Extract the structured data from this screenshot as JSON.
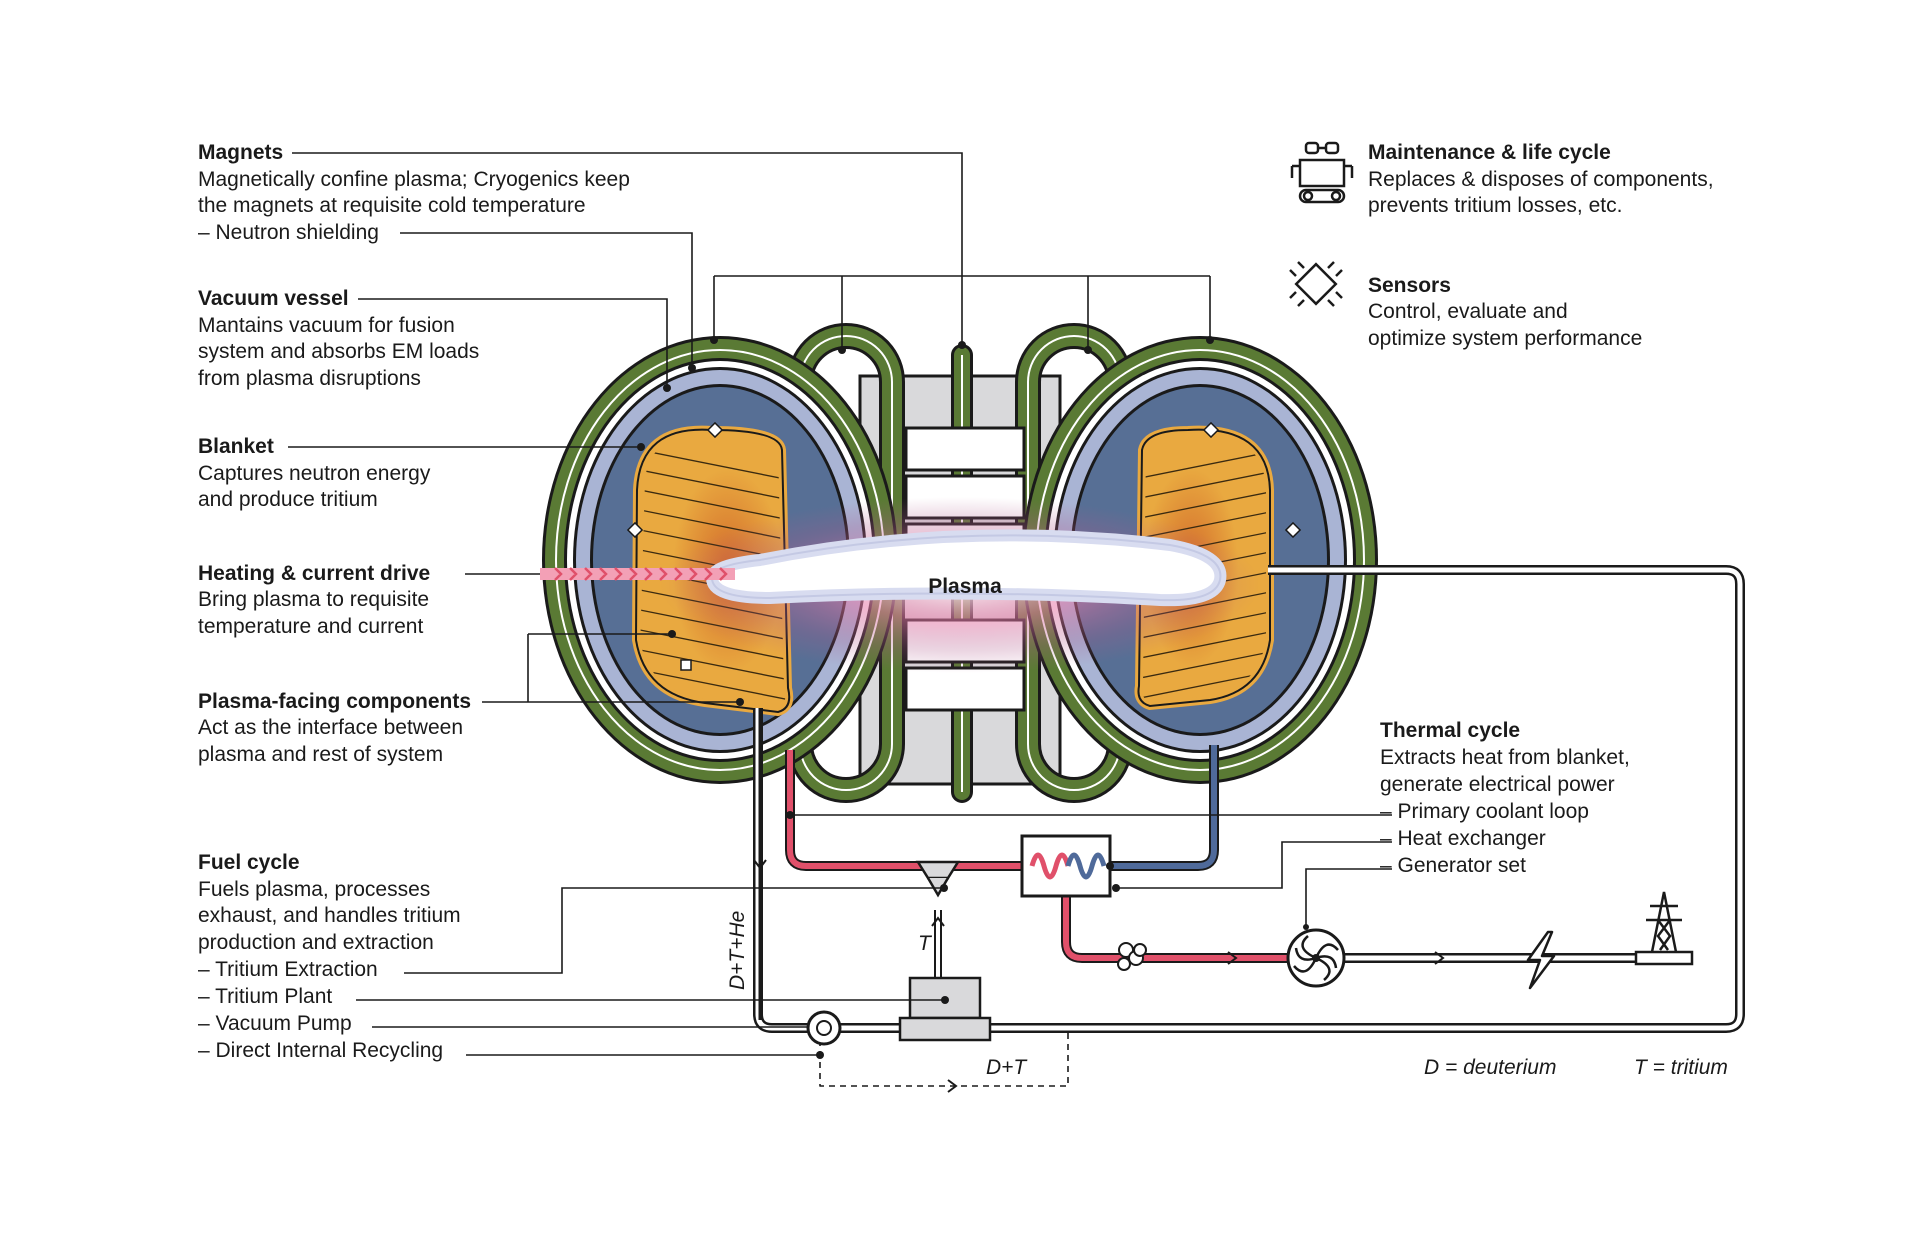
{
  "colors": {
    "coil_green": "#5a7a34",
    "vessel_blue": "#a9b4d4",
    "blanket_blue": "#576f95",
    "blanket_orange": "#e9a940",
    "hot_line": "#e0506a",
    "cold_line": "#4f6a9a",
    "plasma_glow": "#cf5a8c"
  },
  "labels": {
    "magnets": {
      "title": "Magnets",
      "lines": [
        "Magnetically confine plasma; Cryogenics keep",
        "the magnets at requisite cold temperature",
        "– Neutron shielding"
      ]
    },
    "vacuum_vessel": {
      "title": "Vacuum vessel",
      "lines": [
        "Mantains vacuum for fusion",
        "system and absorbs EM loads",
        "from plasma disruptions"
      ]
    },
    "blanket": {
      "title": "Blanket",
      "lines": [
        "Captures neutron energy",
        "and produce tritium"
      ]
    },
    "heating": {
      "title": "Heating & current drive",
      "lines": [
        "Bring plasma to requisite",
        "temperature and current"
      ]
    },
    "pfc": {
      "title": "Plasma-facing components",
      "lines": [
        "Act as the interface between",
        "plasma and rest of system"
      ]
    },
    "fuel_cycle": {
      "title": "Fuel cycle",
      "lines": [
        "Fuels plasma, processes",
        "exhaust, and handles tritium",
        "production and extraction",
        "– Tritium Extraction",
        "– Tritium Plant",
        "– Vacuum Pump",
        "– Direct Internal Recycling"
      ]
    },
    "maintenance": {
      "title": "Maintenance & life cycle",
      "lines": [
        "Replaces & disposes of components,",
        "prevents tritium losses, etc."
      ]
    },
    "sensors": {
      "title": "Sensors",
      "lines": [
        "Control, evaluate and",
        "optimize system performance"
      ]
    },
    "thermal": {
      "title": "Thermal cycle",
      "lines": [
        "Extracts heat from blanket,",
        "generate electrical power",
        "– Primary coolant loop",
        "– Heat exchanger",
        "– Generator set"
      ]
    },
    "plasma": "Plasma",
    "flow_dth": "D+T+He",
    "flow_t": "T",
    "flow_dt": "D+T",
    "legend_d": "D = deuterium",
    "legend_t": "T = tritium"
  },
  "icons": {
    "maintenance": "robot-icon",
    "sensors": "sensor-chip-icon",
    "generator": "turbine-icon",
    "power": "lightning-icon",
    "grid": "pylon-icon",
    "steam": "steam-icon"
  }
}
